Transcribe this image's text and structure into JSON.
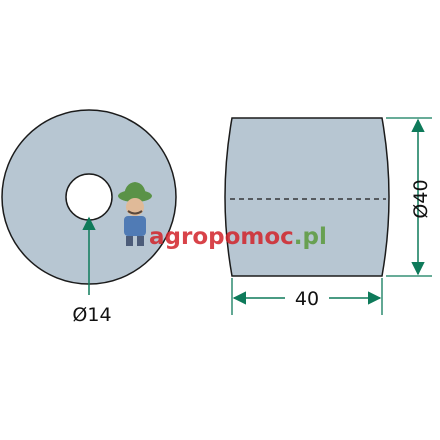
{
  "colors": {
    "part_fill": "#b7c6d2",
    "part_stroke": "#1b1b1b",
    "dimension": "#0e7a5a",
    "watermark_red": "#d2232a",
    "watermark_green": "#5b9a3c"
  },
  "dimensions": {
    "bore_diameter": "Ø14",
    "length": "40",
    "outer_diameter": "Ø40"
  },
  "watermark": {
    "text_red": "agropomoc",
    "text_green": ".pl",
    "mascot_icon": "farmer-mascot-icon"
  }
}
